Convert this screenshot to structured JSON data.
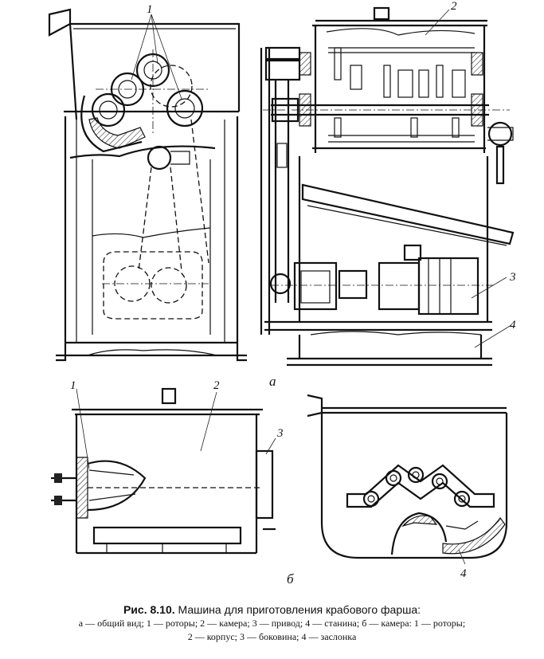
{
  "callouts": {
    "a_rotors": "1",
    "a_chamber": "2",
    "a_drive": "3",
    "a_frame": "4",
    "b_rotors": "1",
    "b_body": "2",
    "b_side": "3",
    "b_shutter": "4"
  },
  "view_labels": {
    "a": "а",
    "b": "б"
  },
  "caption": {
    "figure_number": "Рис. 8.10.",
    "title": "Машина для приготовления крабового фарша:",
    "line1": "а — общий вид; 1 — роторы; 2 — камера; 3 — привод; 4 — станина; б — камера: 1 — роторы;",
    "line2": "2 — корпус; 3 — боковина; 4 — заслонка"
  }
}
